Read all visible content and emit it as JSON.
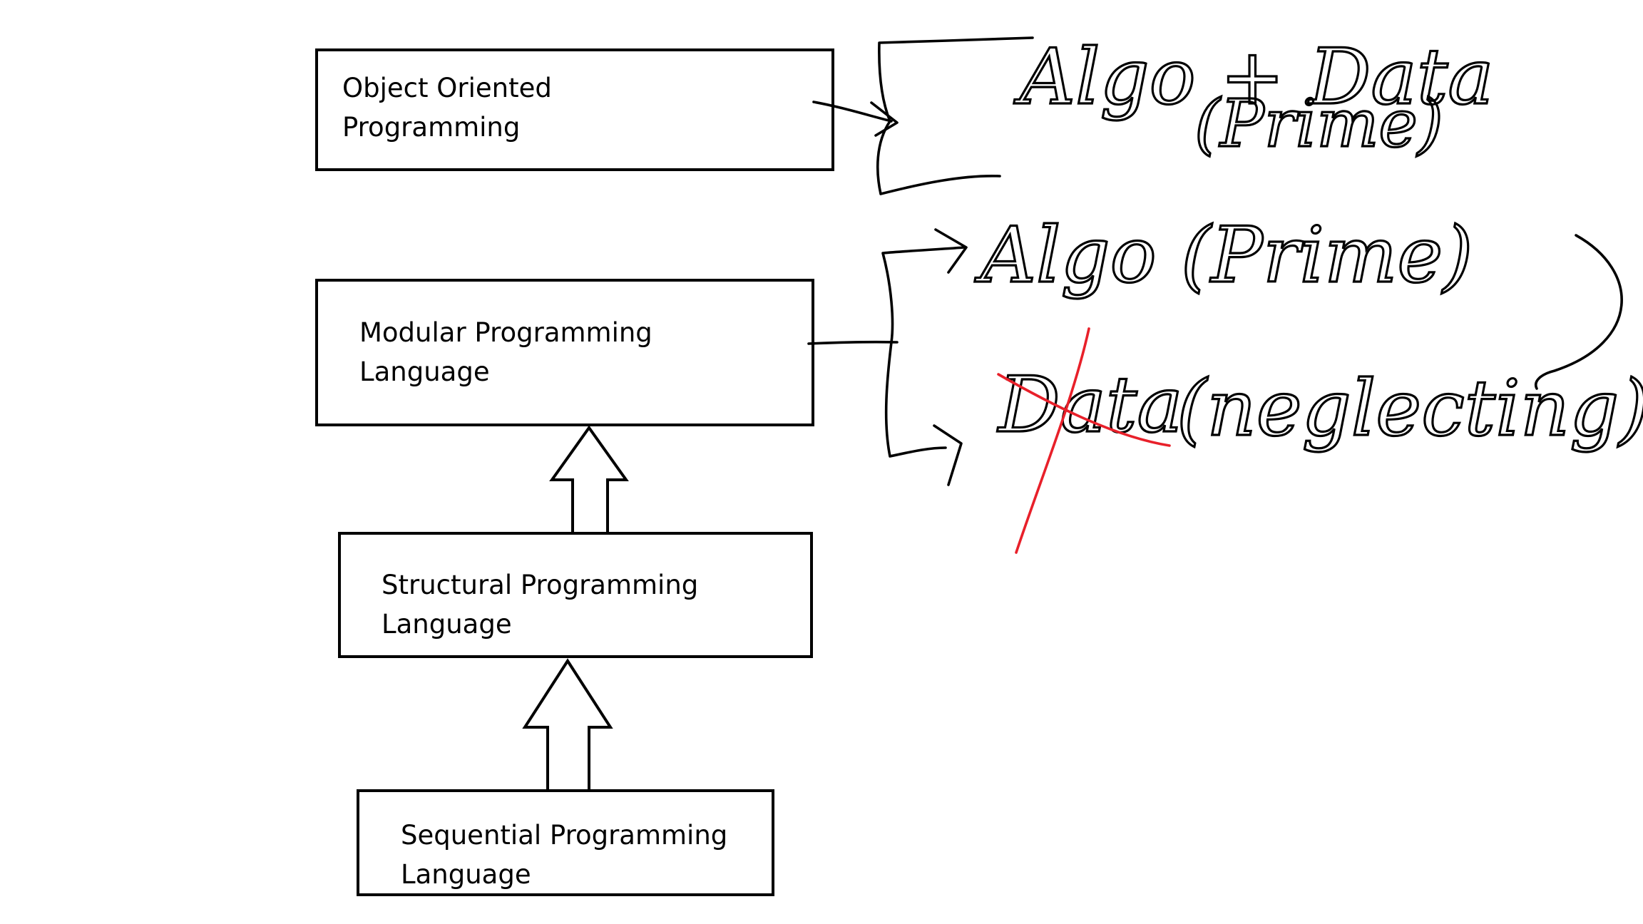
{
  "diagram": {
    "boxes": [
      {
        "id": "oop",
        "lines": [
          "Object Oriented",
          "Programming"
        ]
      },
      {
        "id": "modular",
        "lines": [
          "Modular Programming",
          "Language"
        ]
      },
      {
        "id": "structural",
        "lines": [
          "Structural Programming",
          "Language"
        ]
      },
      {
        "id": "sequential",
        "lines": [
          "Sequential Programming",
          "Language"
        ]
      }
    ],
    "edges": [
      {
        "from": "sequential",
        "to": "structural"
      },
      {
        "from": "structural",
        "to": "modular"
      }
    ]
  },
  "annotations": {
    "oop_note": {
      "line1": "Algo + Data",
      "line2": "(Prime)"
    },
    "modular_note": {
      "algo": "Algo (Prime)",
      "data": "Data",
      "data_note": "(neglecting)"
    },
    "colors": {
      "ink": "#000000",
      "cross_out": "#e8202a"
    }
  }
}
